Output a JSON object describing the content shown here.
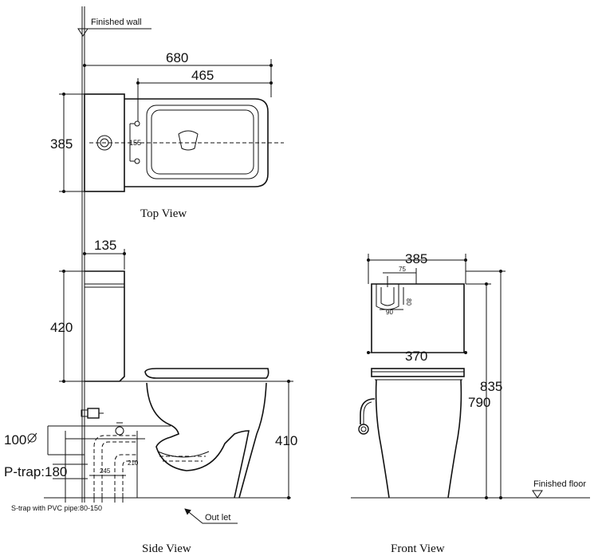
{
  "labels": {
    "finished_wall": "Finished wall",
    "finished_floor": "Finished floor",
    "outlet": "Out let",
    "s_trap": "S-trap with PVC pipe:80-150",
    "p_trap": "P-trap:180",
    "pipe_100": "100"
  },
  "views": {
    "top": "Top View",
    "side": "Side View",
    "front": "Front View"
  },
  "top_view": {
    "width": "680",
    "bowl_width": "465",
    "depth": "385",
    "hole": "155"
  },
  "side_view": {
    "tank_depth": "135",
    "tank_height": "420",
    "bowl_height": "410",
    "offset_245": "245",
    "offset_210": "210"
  },
  "front_view": {
    "tank_width": "385",
    "bowl_width": "370",
    "total_height": "835",
    "seat_height": "790",
    "detail_75": "75",
    "detail_80": "80",
    "detail_90": "90"
  },
  "icons": {
    "floor_marker": "triangle-level-icon",
    "wall_marker": "triangle-level-icon",
    "outlet_arrow": "arrow-icon"
  }
}
